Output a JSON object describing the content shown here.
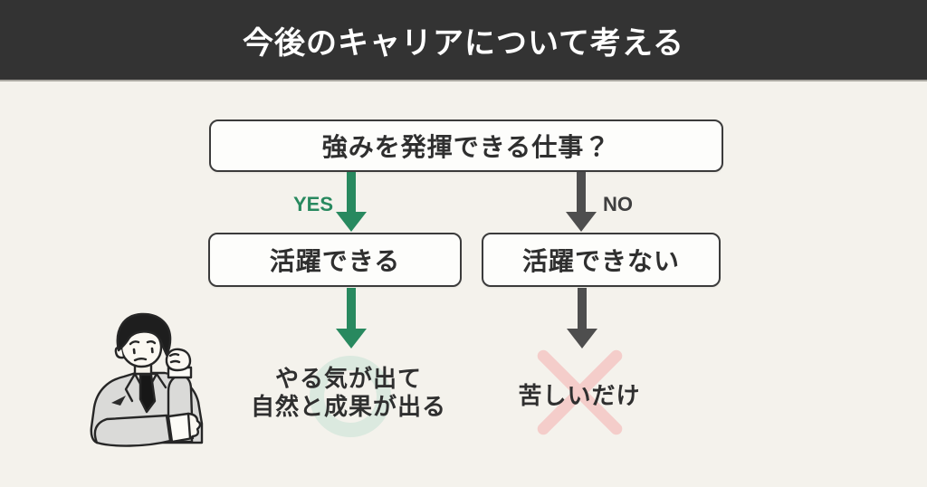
{
  "header": {
    "title": "今後のキャリアについて考える"
  },
  "flowchart": {
    "question": "強みを発揮できる仕事？",
    "yes": {
      "label": "YES",
      "node": "活躍できる",
      "outcome": {
        "line1": "やる気が出て",
        "line2": "自然と成果が出る",
        "mark": "circle"
      }
    },
    "no": {
      "label": "NO",
      "node": "活躍できない",
      "outcome": {
        "line1": "苦しいだけ",
        "mark": "cross"
      }
    }
  },
  "illustration": {
    "description": "thinking businessman with hand on chin"
  },
  "colors": {
    "header_bg": "#333333",
    "header_text": "#ffffff",
    "canvas_bg": "#f4f2ec",
    "box_bg": "#fdfdfb",
    "box_border": "#3b3b3b",
    "text": "#2f2f2f",
    "accent_green": "#28895f",
    "arrow_gray": "#4e4e4e",
    "ring_mint": "#dbe9df",
    "cross_pink": "#f4cdca"
  }
}
